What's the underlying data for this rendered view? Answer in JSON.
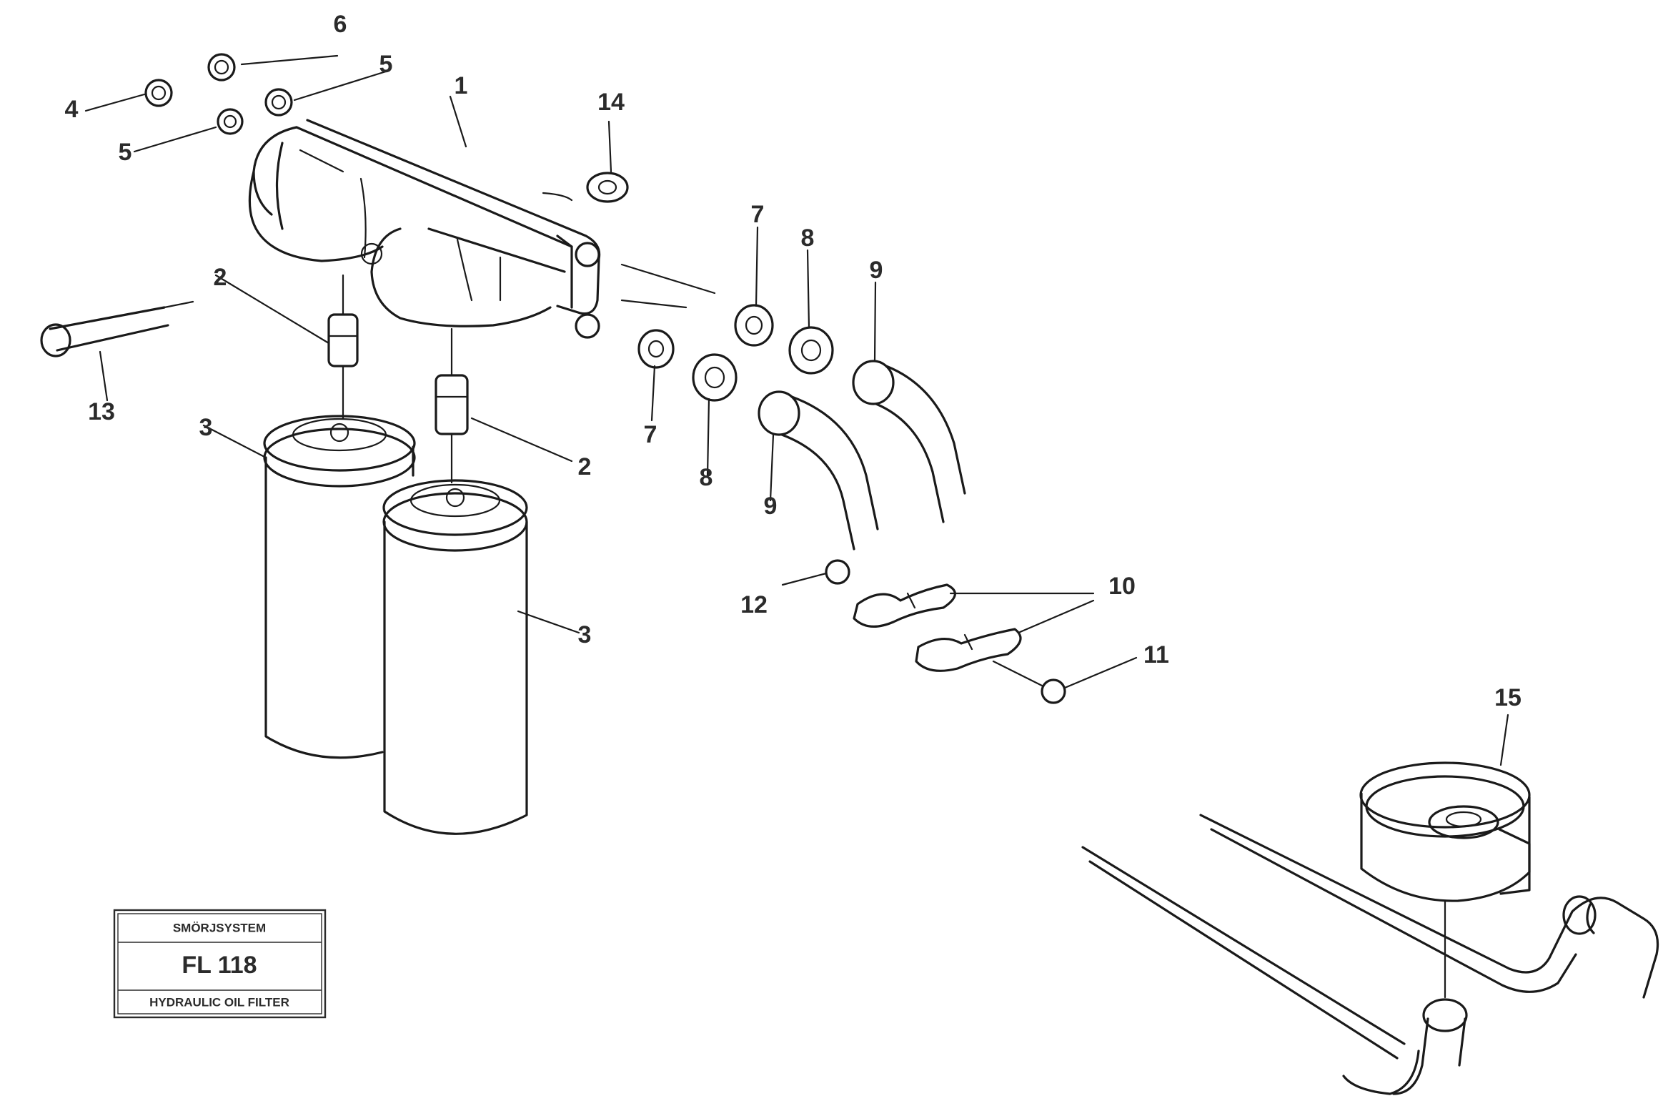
{
  "callouts": [
    {
      "id": "c1",
      "label": "1"
    },
    {
      "id": "c2a",
      "label": "2"
    },
    {
      "id": "c2b",
      "label": "2"
    },
    {
      "id": "c3a",
      "label": "3"
    },
    {
      "id": "c3b",
      "label": "3"
    },
    {
      "id": "c4",
      "label": "4"
    },
    {
      "id": "c5",
      "label": "5"
    },
    {
      "id": "c6",
      "label": "6"
    },
    {
      "id": "c7",
      "label": "7"
    },
    {
      "id": "c8",
      "label": "8"
    },
    {
      "id": "c9",
      "label": "9"
    },
    {
      "id": "c10",
      "label": "10"
    },
    {
      "id": "c11",
      "label": "11"
    },
    {
      "id": "c12",
      "label": "12"
    },
    {
      "id": "c13",
      "label": "13"
    },
    {
      "id": "c14",
      "label": "14"
    },
    {
      "id": "c15",
      "label": "15"
    }
  ],
  "stamp": {
    "top": "SMÖRJSYSTEM",
    "main": "FL 118",
    "bottom": "HYDRAULIC OIL FILTER"
  },
  "colors": {
    "line": "#1a1a1a",
    "background": "#ffffff"
  }
}
